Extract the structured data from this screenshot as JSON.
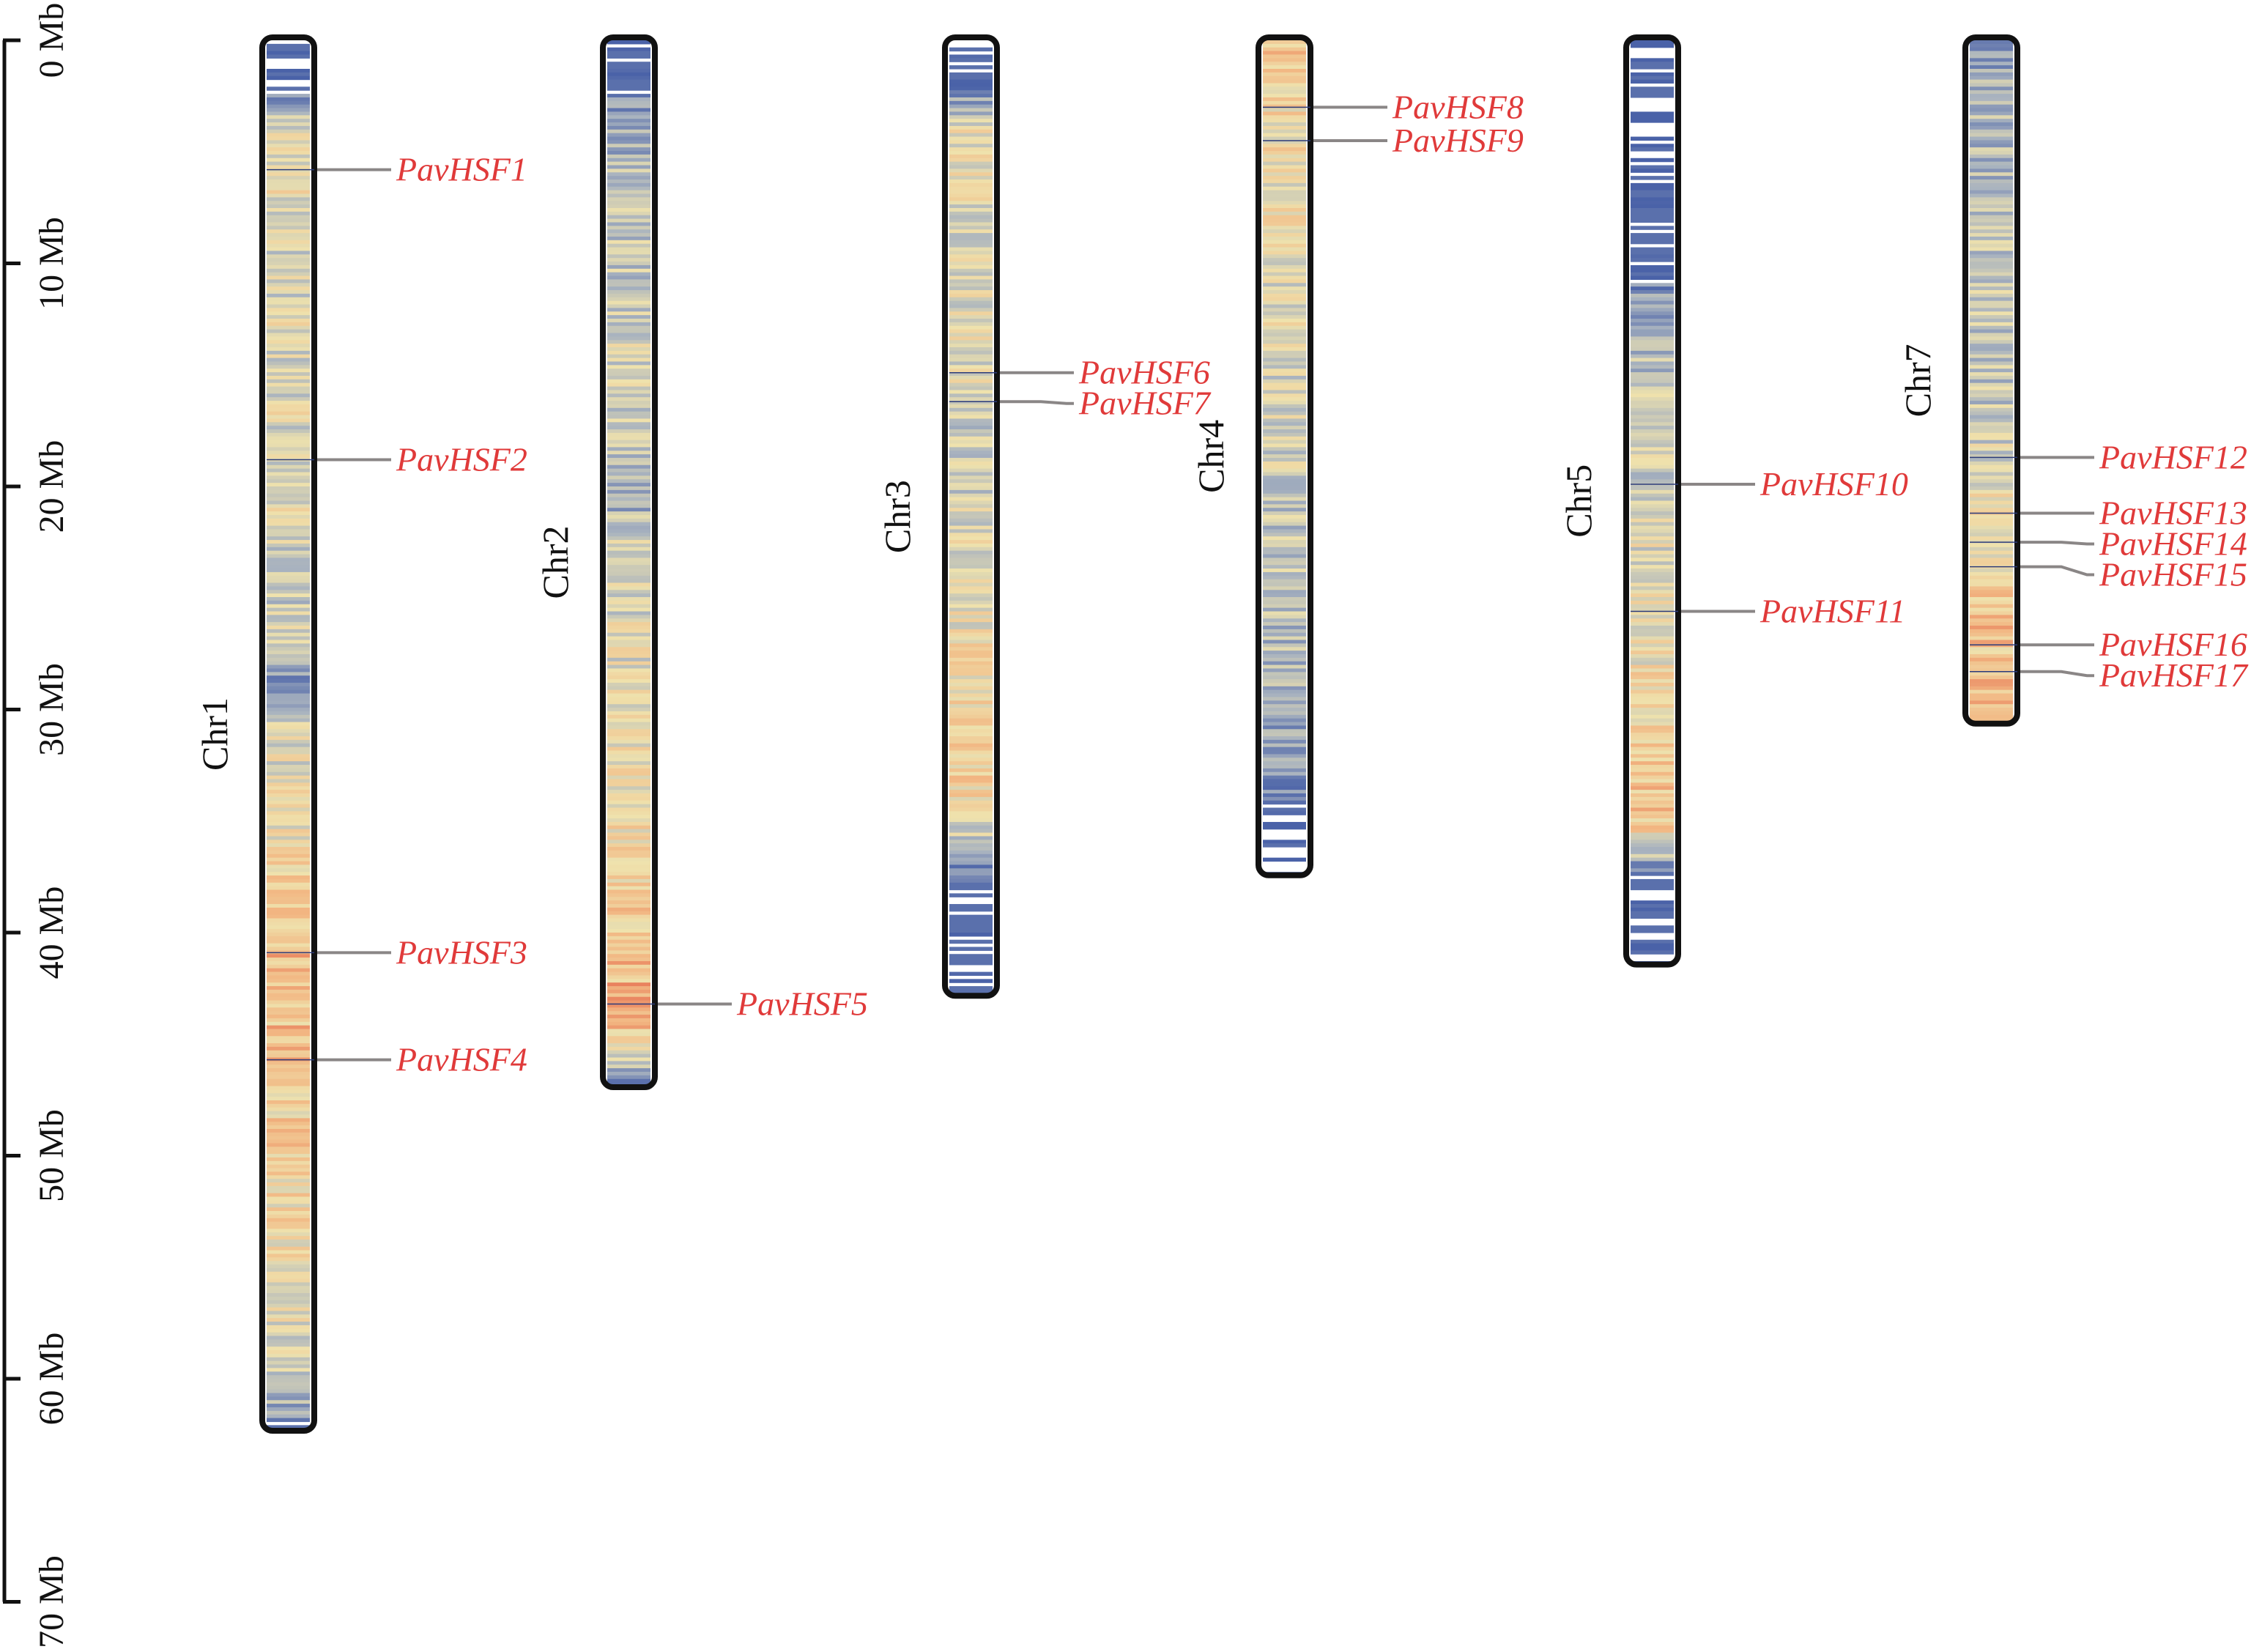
{
  "axis": {
    "unit": "Mb",
    "ticks": [
      {
        "value": 0,
        "label": "0 Mb"
      },
      {
        "value": 10,
        "label": "10 Mb"
      },
      {
        "value": 20,
        "label": "20 Mb"
      },
      {
        "value": 30,
        "label": "30 Mb"
      },
      {
        "value": 40,
        "label": "40 Mb"
      },
      {
        "value": 50,
        "label": "50 Mb"
      },
      {
        "value": 60,
        "label": "60 Mb"
      },
      {
        "value": 70,
        "label": "70 Mb"
      }
    ],
    "range_mb": [
      0,
      70
    ]
  },
  "colors": {
    "low": "#4a62a8",
    "midlow": "#a9b3bf",
    "mid": "#efe2ad",
    "high": "#f2b783",
    "max": "#e0503a",
    "gene_label": "#e03a3a",
    "connector": "#8a8686",
    "outline": "#111111"
  },
  "chromosomes": [
    {
      "name": "Chr1",
      "length_mb": 62.2,
      "density": [
        0.05,
        0.1,
        0.5,
        0.55,
        0.5,
        0.45,
        0.5,
        0.45,
        0.5,
        0.45,
        0.5,
        0.45,
        0.4,
        0.45,
        0.15,
        0.5,
        0.5,
        0.55,
        0.65,
        0.7,
        0.75,
        0.7,
        0.7,
        0.65,
        0.65,
        0.6,
        0.6,
        0.55,
        0.5,
        0.45,
        0.1
      ],
      "genes": [
        {
          "name": "PavHSF1",
          "pos_mb": 5.8
        },
        {
          "name": "PavHSF2",
          "pos_mb": 18.8
        },
        {
          "name": "PavHSF3",
          "pos_mb": 40.9
        },
        {
          "name": "PavHSF4",
          "pos_mb": 45.7
        }
      ]
    },
    {
      "name": "Chr2",
      "length_mb": 46.8,
      "density": [
        0.05,
        0.1,
        0.3,
        0.35,
        0.4,
        0.4,
        0.45,
        0.45,
        0.45,
        0.4,
        0.25,
        0.45,
        0.45,
        0.5,
        0.5,
        0.5,
        0.55,
        0.6,
        0.6,
        0.65,
        0.7,
        0.75,
        0.7,
        0.1
      ],
      "genes": [
        {
          "name": "PavHSF5",
          "pos_mb": 43.2
        }
      ]
    },
    {
      "name": "Chr3",
      "length_mb": 42.7,
      "density": [
        0.1,
        0.15,
        0.55,
        0.55,
        0.5,
        0.5,
        0.5,
        0.5,
        0.45,
        0.4,
        0.45,
        0.5,
        0.55,
        0.55,
        0.6,
        0.6,
        0.65,
        0.6,
        0.2,
        0.1,
        0.1,
        0.05
      ],
      "genes": [
        {
          "name": "PavHSF6",
          "pos_mb": 14.9
        },
        {
          "name": "PavHSF7",
          "pos_mb": 16.2
        }
      ]
    },
    {
      "name": "Chr4",
      "length_mb": 37.3,
      "density": [
        0.7,
        0.65,
        0.6,
        0.55,
        0.55,
        0.5,
        0.5,
        0.45,
        0.45,
        0.45,
        0.4,
        0.4,
        0.4,
        0.35,
        0.3,
        0.25,
        0.2,
        0.1,
        0.05
      ],
      "genes": [
        {
          "name": "PavHSF8",
          "pos_mb": 3.0
        },
        {
          "name": "PavHSF9",
          "pos_mb": 4.5
        }
      ]
    },
    {
      "name": "Chr5",
      "length_mb": 41.3,
      "density": [
        0.05,
        0.05,
        0.05,
        0.1,
        0.1,
        0.1,
        0.3,
        0.35,
        0.4,
        0.45,
        0.45,
        0.5,
        0.5,
        0.55,
        0.6,
        0.65,
        0.7,
        0.7,
        0.15,
        0.05,
        0.05
      ],
      "genes": [
        {
          "name": "PavHSF10",
          "pos_mb": 19.9
        },
        {
          "name": "PavHSF11",
          "pos_mb": 25.6
        }
      ]
    },
    {
      "name": "Chr7",
      "length_mb": 30.5,
      "density": [
        0.2,
        0.3,
        0.35,
        0.35,
        0.35,
        0.4,
        0.4,
        0.4,
        0.4,
        0.45,
        0.55,
        0.6,
        0.65,
        0.7,
        0.7,
        0.75
      ],
      "genes": [
        {
          "name": "PavHSF12",
          "pos_mb": 18.7
        },
        {
          "name": "PavHSF13",
          "pos_mb": 21.2
        },
        {
          "name": "PavHSF14",
          "pos_mb": 22.5
        },
        {
          "name": "PavHSF15",
          "pos_mb": 23.6
        },
        {
          "name": "PavHSF16",
          "pos_mb": 27.1
        },
        {
          "name": "PavHSF17",
          "pos_mb": 28.3
        }
      ]
    }
  ]
}
